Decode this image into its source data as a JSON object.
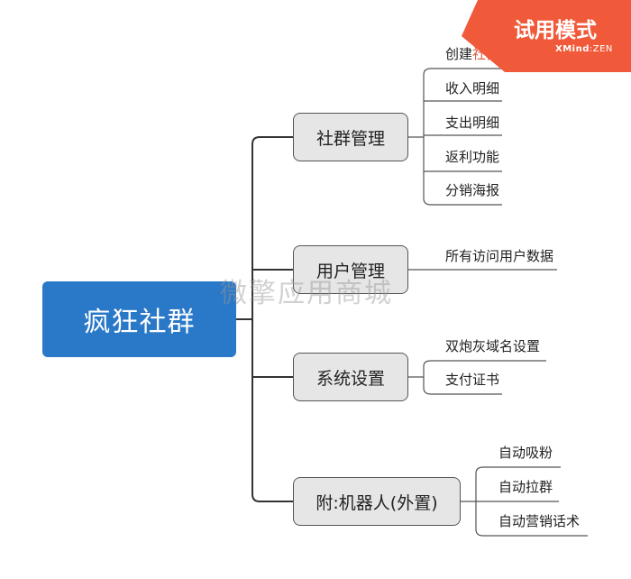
{
  "root": {
    "label": "疯狂社群"
  },
  "branches": [
    {
      "label": "社群管理",
      "children": [
        "创建",
        "收入明细",
        "支出明细",
        "返利功能",
        "分销海报"
      ],
      "first_child_highlight": "社群活动"
    },
    {
      "label": "用户管理",
      "children": [
        "所有访问用户数据"
      ]
    },
    {
      "label": "系统设置",
      "children": [
        "双炮灰域名设置",
        "支付证书"
      ]
    },
    {
      "label": "附:机器人(外置)",
      "children": [
        "自动吸粉",
        "自动拉群",
        "自动营销话术"
      ]
    }
  ],
  "watermark": "微擎应用商城",
  "trial_badge": {
    "title": "试用模式",
    "brand": "XMind",
    "brand_suffix": "ZEN"
  },
  "colors": {
    "root": "#2a78c8",
    "branch_fill": "#e6e6e6",
    "line": "#333333",
    "badge": "#f05a3a",
    "highlight": "#e05a3f"
  }
}
